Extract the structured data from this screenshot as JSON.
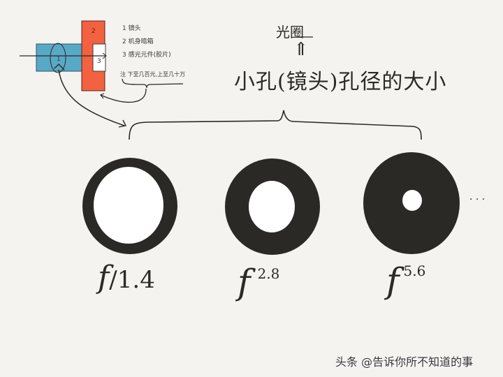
{
  "diagram": {
    "camera_model": {
      "labels": {
        "lens": "1",
        "body": "2",
        "sensor": "3"
      },
      "colors": {
        "lens_tube": "#58a9c5",
        "body": "#f26140",
        "sensor": "#ffffff"
      },
      "legend": [
        "1 镜头",
        "2 机身暗箱",
        "3 感光元件(胶片)"
      ],
      "note": "注 下至几百元,上至几十万"
    },
    "aperture_label": "光圈",
    "aperture_arrow": "⇑",
    "main_caption": "小孔(镜头)孔径的大小",
    "apertures": [
      {
        "label": "f/1.4",
        "f_symbol": "f",
        "value": "/1.4",
        "opening_ratio": 0.72
      },
      {
        "label": "f 2.8",
        "f_symbol": "f",
        "value": "2.8",
        "opening_ratio": 0.47
      },
      {
        "label": "f 5.6",
        "f_symbol": "f",
        "value": "5.6",
        "opening_ratio": 0.19
      }
    ],
    "ellipsis": "· · ·",
    "colors": {
      "ring": "#2a2926",
      "opening": "#ffffff",
      "background": "#f4f3f0"
    }
  },
  "watermark": "头条 @告诉你所不知道的事"
}
